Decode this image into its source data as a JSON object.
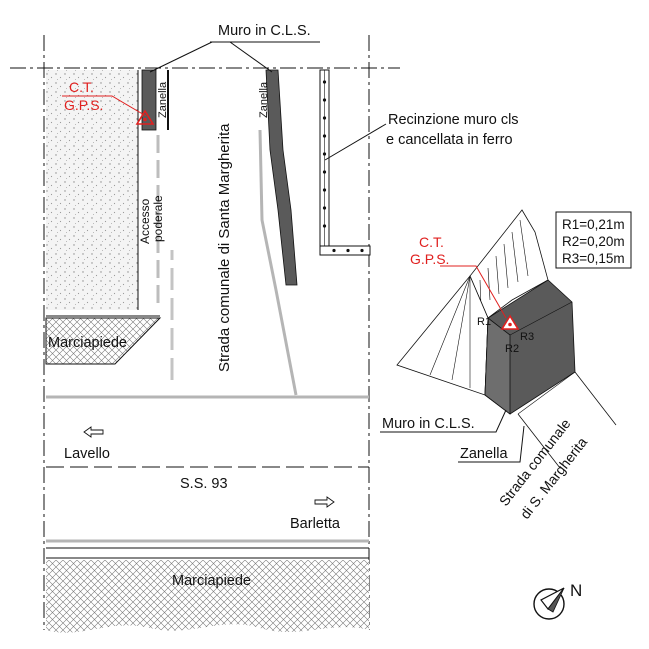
{
  "labels": {
    "wall_top": "Muro in C.L.S.",
    "ct_top": "C.T.",
    "gps_top": "G.P.S.",
    "zanella_left": "Zanella",
    "zanella_mid": "Zanella",
    "fence_line1": "Recinzione muro cls",
    "fence_line2": "e cancellata in ferro",
    "accesso": "Accesso",
    "poderale": "poderale",
    "strada_vertical": "Strada comunale di Santa Margherita",
    "marciapiede_top": "Marciapiede",
    "lavello": "Lavello",
    "ss93": "S.S. 93",
    "barletta": "Barletta",
    "marciapiede_bottom": "Marciapiede",
    "north": "N",
    "ct_detail": "C.T.",
    "gps_detail": "G.P.S.",
    "r1": "R1",
    "r2": "R2",
    "r3": "R3",
    "radius_1": "R1=0,21m",
    "radius_2": "R2=0,20m",
    "radius_3": "R3=0,15m",
    "wall_detail": "Muro in C.L.S.",
    "zanella_detail": "Zanella",
    "strada_detail_1": "Strada comunale",
    "strada_detail_2": "di S. Margherita"
  },
  "colors": {
    "ink": "#111111",
    "wall_fill": "#5a5a5a",
    "road_line": "#b5b5b5",
    "gps_red": "#e0201f",
    "texture": "#9a9a9a"
  }
}
